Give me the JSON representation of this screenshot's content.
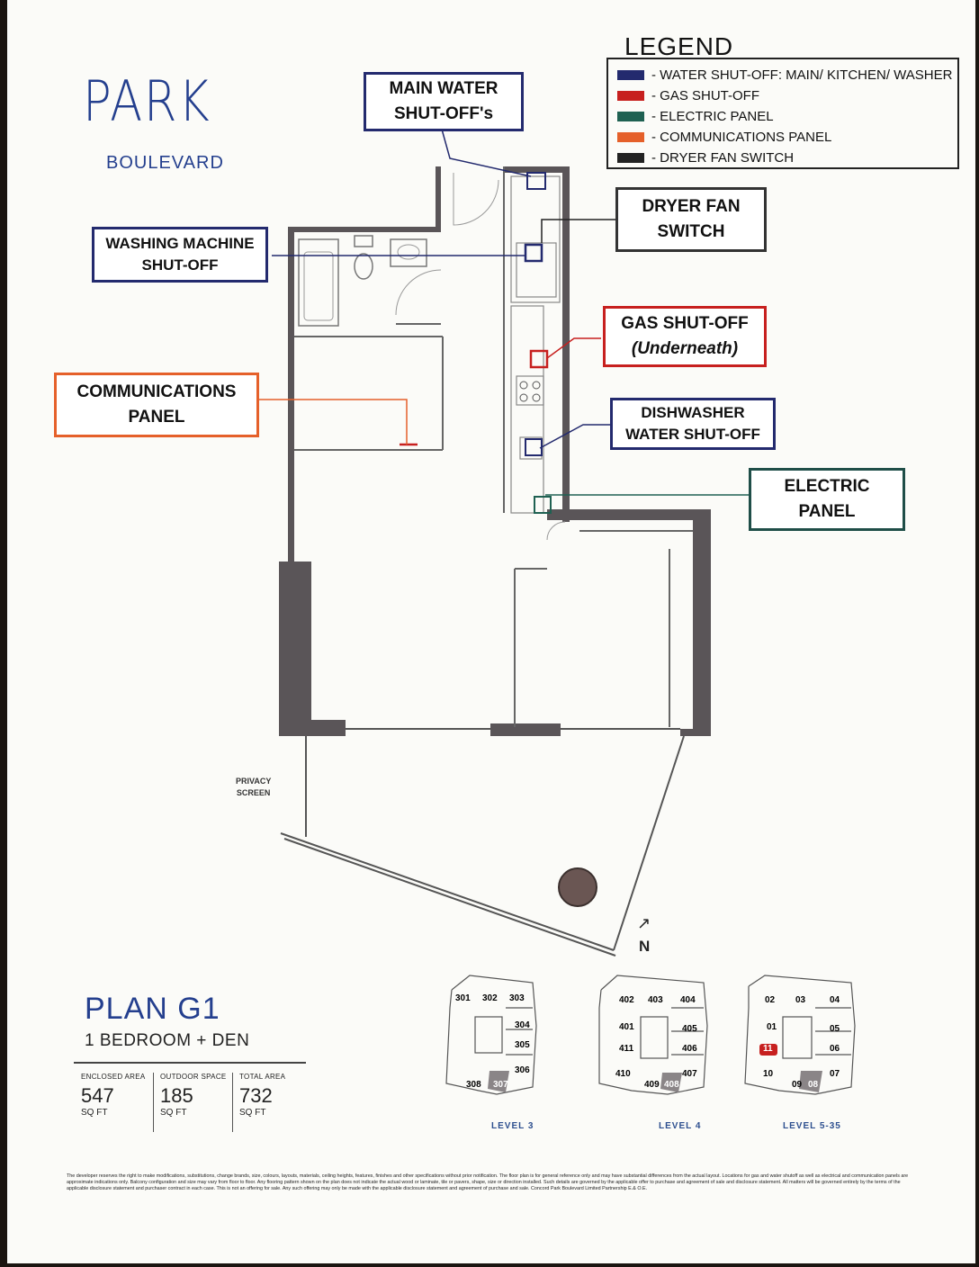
{
  "brand": {
    "line1": "PARK",
    "line2": "BOULEVARD"
  },
  "legend": {
    "title": "LEGEND",
    "items": [
      {
        "label": "- WATER SHUT-OFF: MAIN/ KITCHEN/ WASHER",
        "color": "#232a6e"
      },
      {
        "label": "- GAS SHUT-OFF",
        "color": "#c7201f"
      },
      {
        "label": "- ELECTRIC PANEL",
        "color": "#1f6152"
      },
      {
        "label": "- COMMUNICATIONS PANEL",
        "color": "#e5602a"
      },
      {
        "label": "- DRYER FAN SWITCH",
        "color": "#222222"
      }
    ]
  },
  "callouts": {
    "main_water": {
      "line1": "MAIN WATER",
      "line2": "SHUT-OFF's"
    },
    "dryer": {
      "line1": "DRYER FAN",
      "line2": "SWITCH"
    },
    "washing": {
      "line1": "WASHING MACHINE",
      "line2": "SHUT-OFF"
    },
    "gas": {
      "line1": "GAS SHUT-OFF",
      "line2": "(Underneath)"
    },
    "communications": {
      "line1": "COMMUNICATIONS",
      "line2": "PANEL"
    },
    "dishwasher": {
      "line1": "DISHWASHER",
      "line2": "WATER SHUT-OFF"
    },
    "electric": {
      "line1": "ELECTRIC",
      "line2": "PANEL"
    }
  },
  "privacy_screen": {
    "line1": "PRIVACY",
    "line2": "SCREEN"
  },
  "north": {
    "arrow": "↗",
    "label": "N"
  },
  "plan": {
    "title": "PLAN G1",
    "subtitle": "1 BEDROOM + DEN"
  },
  "stats": [
    {
      "label": "ENCLOSED AREA",
      "value": "547",
      "unit": "SQ FT"
    },
    {
      "label": "OUTDOOR SPACE",
      "value": "185",
      "unit": "SQ FT"
    },
    {
      "label": "TOTAL AREA",
      "value": "732",
      "unit": "SQ FT"
    }
  ],
  "keyplans": {
    "level3": {
      "label": "LEVEL 3",
      "units": [
        "301",
        "302",
        "303",
        "304",
        "305",
        "306",
        "307",
        "308"
      ]
    },
    "level4": {
      "label": "LEVEL 4",
      "units": [
        "402",
        "403",
        "404",
        "401",
        "405",
        "411",
        "406",
        "410",
        "409",
        "408",
        "407"
      ]
    },
    "level5": {
      "label": "LEVEL 5-35",
      "units": [
        "02",
        "03",
        "04",
        "01",
        "05",
        "11",
        "06",
        "10",
        "09",
        "08",
        "07"
      ]
    }
  },
  "disclaimer": "The developer reserves the right to make modifications, substitutions, change brands, size, colours, layouts, materials, ceiling heights, features, finishes and other specifications without prior notification. The floor plan is for general reference only and may have substantial differences from the actual layout. Locations for gas and water shutoff as well as electrical and communication panels are approximate indications only. Balcony configuration and size may vary from floor to floor. Any flooring pattern shown on the plan does not indicate the actual wood or laminate, tile or pavers, shape, size or direction installed. Such details are governed by the applicable offer to purchase and agreement of sale and disclosure statement. All matters will be governed entirely by the terms of the applicable disclosure statement and purchaser contract in each case. This is not an offering for sale. Any such offering may only be made with the applicable disclosure statement and agreement of purchase and sale. Concord Park Boulevard Limited Partnership E.& O.E."
}
